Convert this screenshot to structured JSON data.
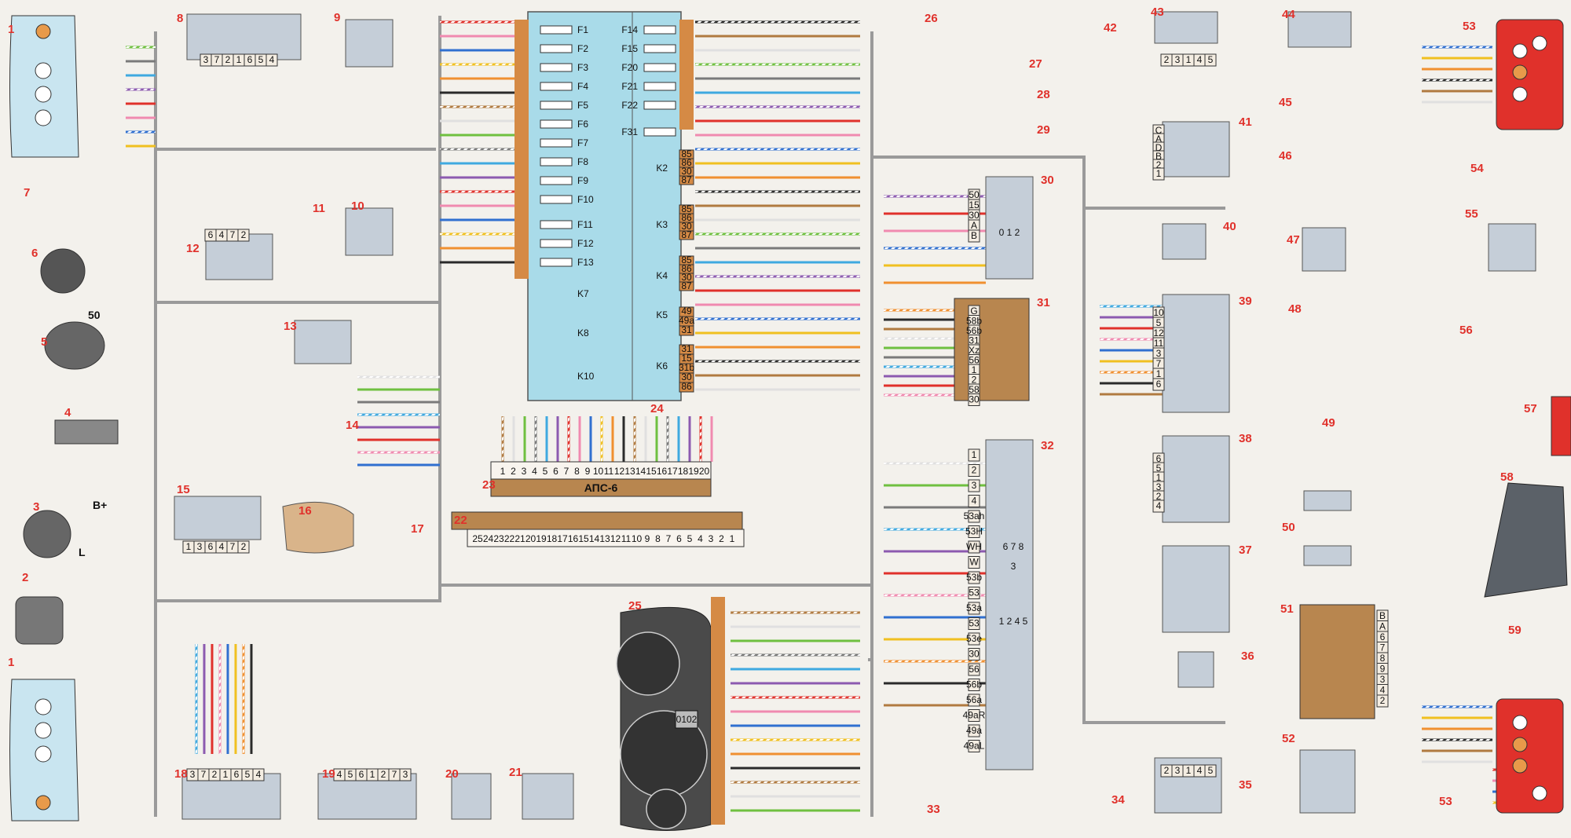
{
  "diagram": {
    "component_numbers": [
      "1",
      "2",
      "3",
      "4",
      "5",
      "6",
      "7",
      "8",
      "9",
      "10",
      "11",
      "12",
      "13",
      "14",
      "15",
      "16",
      "17",
      "18",
      "19",
      "20",
      "21",
      "22",
      "23",
      "24",
      "25",
      "26",
      "27",
      "28",
      "29",
      "30",
      "31",
      "32",
      "33",
      "34",
      "35",
      "36",
      "37",
      "38",
      "39",
      "40",
      "41",
      "42",
      "43",
      "44",
      "45",
      "46",
      "47",
      "48",
      "49",
      "50",
      "51",
      "52",
      "53",
      "54",
      "55",
      "56",
      "57",
      "58",
      "59"
    ],
    "fuses_left": [
      "F1",
      "F2",
      "F3",
      "F4",
      "F5",
      "F6",
      "F7",
      "F8",
      "F9",
      "F10",
      "F11",
      "F12",
      "F13"
    ],
    "fuses_right": [
      "F14",
      "F15",
      "F20",
      "F21",
      "F22",
      "F31"
    ],
    "relays": [
      "K2",
      "K3",
      "K4",
      "K5",
      "K6",
      "K7",
      "K8",
      "K10"
    ],
    "relay_pins_k2": [
      "85",
      "86",
      "30",
      "87"
    ],
    "relay_pins_k5": [
      "49",
      "49a",
      "31"
    ],
    "relay_pins_k6": [
      "31",
      "15",
      "31b",
      "30",
      "86"
    ],
    "aps_label": "АПС-6",
    "conn23_pins": [
      "1",
      "2",
      "3",
      "4",
      "5",
      "6",
      "7",
      "8",
      "9",
      "10",
      "11",
      "12",
      "13",
      "14",
      "15",
      "16",
      "17",
      "18",
      "19",
      "20"
    ],
    "conn22_pins": [
      "25",
      "24",
      "23",
      "22",
      "21",
      "20",
      "19",
      "18",
      "17",
      "16",
      "15",
      "14",
      "13",
      "12",
      "11",
      "10",
      "9",
      "8",
      "7",
      "6",
      "5",
      "4",
      "3",
      "2",
      "1"
    ],
    "sw30_pins": [
      "50",
      "15",
      "30",
      "A",
      "B"
    ],
    "sw30_pos": "0 1 2",
    "sw31_pins": [
      "G",
      "58b",
      "56b",
      "31",
      "Xz",
      "56",
      "1",
      "2",
      "58",
      "30"
    ],
    "sw32_pins": [
      "1",
      "2",
      "3",
      "4",
      "53ah",
      "53H",
      "WH",
      "W",
      "53b",
      "53",
      "53a",
      "53",
      "53e",
      "30",
      "56",
      "56b",
      "56a",
      "49aR",
      "49a",
      "49aL"
    ],
    "sw32_pos_a": "6 7 8",
    "sw32_pos_b": "3",
    "sw32_pos_c": "1 2 4 5",
    "comp8_pins": [
      "3",
      "7",
      "2",
      "1",
      "6",
      "5",
      "4"
    ],
    "comp12_pins": [
      "6",
      "4",
      "7",
      "2"
    ],
    "comp15_pins": [
      "1",
      "3",
      "6",
      "4",
      "7",
      "2"
    ],
    "comp18_pins": [
      "3",
      "7",
      "2",
      "1",
      "6",
      "5",
      "4"
    ],
    "comp19_pins": [
      "4",
      "5",
      "6",
      "1",
      "2",
      "7",
      "3"
    ],
    "comp35_pins": [
      "2",
      "3",
      "1",
      "4",
      "5"
    ],
    "comp43_pins": [
      "2",
      "3",
      "1",
      "4",
      "5"
    ],
    "comp41_pins": [
      "C",
      "A",
      "D",
      "B",
      "2",
      "1"
    ],
    "comp39_pins": [
      "10",
      "5",
      "12",
      "11",
      "3",
      "7",
      "1",
      "6"
    ],
    "comp38_pins": [
      "6",
      "5",
      "1",
      "3",
      "2",
      "4"
    ],
    "comp51_pins": [
      "B",
      "A",
      "6",
      "7",
      "8",
      "9",
      "3",
      "4",
      "2"
    ],
    "alternator_marks": [
      "B+",
      "L"
    ],
    "starter_mark": "50",
    "speedo_reading": "0102"
  },
  "colors": {
    "component_red": "#e0312b",
    "connector": "#d58a45",
    "fuse_block": "#a9dbe9",
    "module": "#b8864f",
    "bus": "#9a9a9a"
  }
}
